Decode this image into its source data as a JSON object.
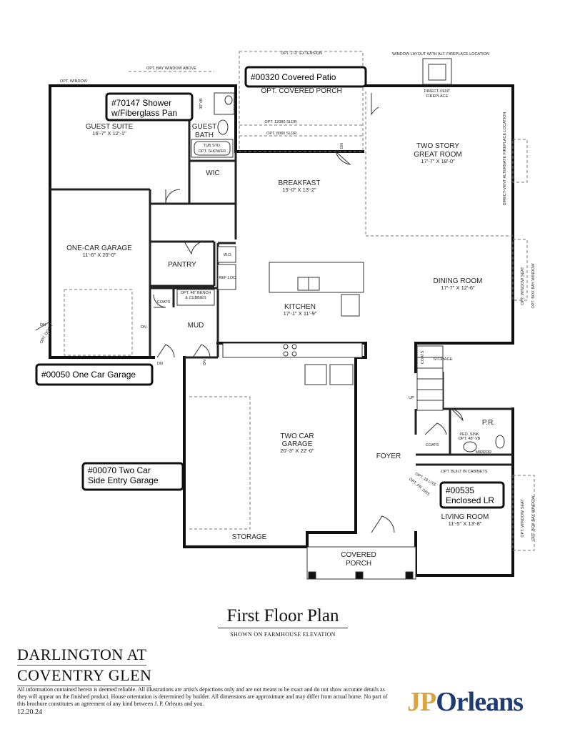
{
  "callouts": {
    "covered_patio": "#00320 Covered Patio",
    "shower_line1": "#70147 Shower",
    "shower_line2": "w/Fiberglass Pan",
    "one_car_garage": "#00050 One Car Garage",
    "two_car_line1": "#00070 Two Car",
    "two_car_line2": "Side Entry Garage",
    "enclosed_line1": "#00535",
    "enclosed_line2": "Enclosed LR"
  },
  "rooms": {
    "guest_suite": {
      "name": "GUEST SUITE",
      "dim": "16'-7\" X 12'-1\""
    },
    "guest_bath_1": "GUEST",
    "guest_bath_2": "BATH",
    "wic": "WIC",
    "one_car_garage": {
      "name": "ONE-CAR GARAGE",
      "dim": "11'-6\" X 20'-0\""
    },
    "pantry": "PANTRY",
    "mud": "MUD",
    "breakfast": {
      "name": "BREAKFAST",
      "dim": "15'-0\" X 13'-2\""
    },
    "kitchen": {
      "name": "KITCHEN",
      "dim": "17'-1\" X 11'-9\""
    },
    "great_room": {
      "name1": "TWO STORY",
      "name2": "GREAT ROOM",
      "dim": "17'-7\" X 18'-0\""
    },
    "dining_room": {
      "name": "DINING ROOM",
      "dim": "17'-7\" X 12'-6\""
    },
    "two_car_garage": {
      "name1": "TWO CAR",
      "name2": "GARAGE",
      "dim": "20'-3\" X 22'-0\""
    },
    "storage": "STORAGE",
    "foyer": "FOYER",
    "pr": "P.R.",
    "living_room": {
      "name": "LIVING ROOM",
      "dim": "11'-5\" X 13'-8\""
    },
    "covered_porch_1": "COVERED",
    "covered_porch_2": "PORCH",
    "opt_covered_porch": "OPT. COVERED PORCH"
  },
  "notes": {
    "opt_window": "OPT. WINDOW",
    "opt_bay_window_above": "OPT. BAY WINDOW ABOVE",
    "opt_extension": "OPT. 2'-0\" EXTENSION",
    "window_layout": "WINDOW LAYOUT WITH ALT. FIREPLACE LOCATION",
    "direct_vent": "DIRECT-VENT",
    "fireplace": "FIREPLACE",
    "alt_fireplace": "DIRECT-VENT ALTERNATE FIREPLACE LOCATION",
    "opt_12080": "OPT. 12080 SLDR",
    "opt_8080": "OPT. 8080 SLDR.",
    "tub_std": "TUB STD.",
    "opt_shower": "OPT. SHOWER",
    "mirror": "MIRROR",
    "dim_30": "30\"VB",
    "dn": "DN",
    "wo": "W.O.",
    "ref_loc": "REF LOC.",
    "opt_bench_1": "OPT. 48\" BENCH",
    "opt_bench_2": "& CUBBIES",
    "coats": "COATS",
    "opt_door": "OPT. DOOR",
    "opt_window_seat": "OPT. WINDOW SEAT",
    "opt_box_bay": "OPT. BOX BAY WINDOW",
    "storage_small": "STORAGE",
    "up": "UP",
    "ped_sink": "PED. SINK",
    "opt_48_vb": "OPT. 48\" VB",
    "mirror_pr": "MIRROR",
    "opt_built_in": "OPT. BUILT IN CABINETS",
    "opt_18_lite": "OPT. 18 LITE",
    "opt_fr_drs": "OPT. FR. DRS"
  },
  "title": "First Floor Plan",
  "subtitle": "SHOWN ON FARMHOUSE ELEVATION",
  "community_line1": "DARLINGTON AT",
  "community_line2": "COVENTRY GLEN",
  "disclaimer": "All information contained herein is deemed reliable.  All illustrations are artist's depictions only and are not meant to be exact and do not show accurate details as they will appear on the finished product.  House orientation is determined by builder.  All dimensions are approximate and may differ from actual home.  No part of this brochure constitutes an agreement of any kind between J. P. Orleans and you.",
  "date": "12.20.24",
  "logo": {
    "jp": "JP",
    "orleans": "Orleans"
  }
}
